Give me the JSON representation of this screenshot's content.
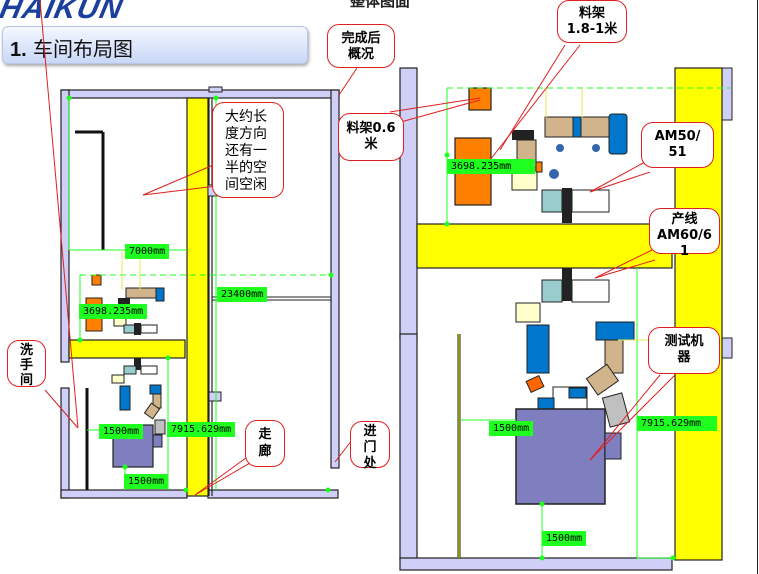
{
  "header": {
    "logo_text": "HAIKUN",
    "page_title": "整体图面",
    "section_number": "1.",
    "section_title": "车间布局图"
  },
  "callouts": {
    "completed_overview": "完成后概况",
    "rack_small": "料架0.6米",
    "rack_large_line1": "料架",
    "rack_large_line2": "1.8-1米",
    "free_space": "大约长度方向还有一半的空间空闲",
    "am50": "AM50/51",
    "am60_line1": "产线",
    "am60_line2": "AM60/61",
    "test_machine": "测试机器",
    "washroom": "洗手间",
    "corridor": "走廊",
    "entrance": "进门处"
  },
  "dimensions": {
    "left_width": "7000mm",
    "total_length": "23400mm",
    "left_line_depth": "3698.235mm",
    "left_side_gap": "1500mm",
    "left_test_length": "7915.629mm",
    "left_bottom_gap": "1500mm",
    "right_line_depth": "3698.235mm",
    "right_side_gap": "1500mm",
    "right_test_length": "7915.629mm",
    "right_bottom_gap": "1500mm"
  },
  "colors": {
    "wall": "#cfcff7",
    "aisle": "#ffff00",
    "dimension": "#1fff1f",
    "callout_border": "#e02020",
    "rack": "#ff8000",
    "test_machine": "#7f7fbf",
    "workbench": "#d2b48c",
    "cabinet": "#0077cc"
  }
}
